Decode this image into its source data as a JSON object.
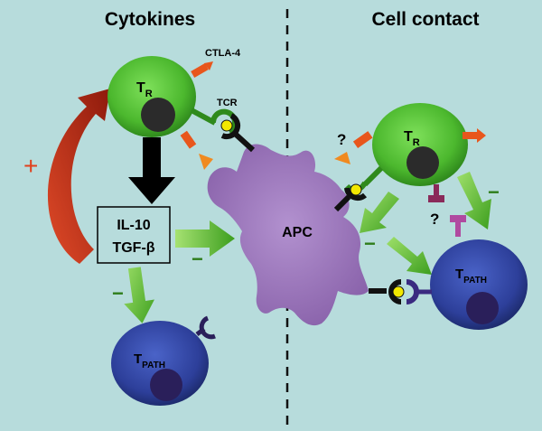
{
  "headings": {
    "left": "Cytokines",
    "right": "Cell contact"
  },
  "cells": {
    "tr_main": "T",
    "tr_sub": "R",
    "tpath_main": "T",
    "tpath_sub": "PATH",
    "apc": "APC"
  },
  "labels": {
    "ctla4": "CTLA-4",
    "tcr": "TCR",
    "question": "?",
    "plus": "+",
    "minus": "−"
  },
  "cytokine_box": {
    "line1": "IL-10",
    "line2": "TGF-β"
  },
  "colors": {
    "background": "#b7dcdc",
    "tr_cell": "#56c33a",
    "tpath_cell": "#3045a4",
    "apc": "#9b74b8",
    "inhibit_arrow": "#5dbb2f",
    "feedback_arrow": "#c8321a",
    "ctla4": "#e8561c"
  }
}
